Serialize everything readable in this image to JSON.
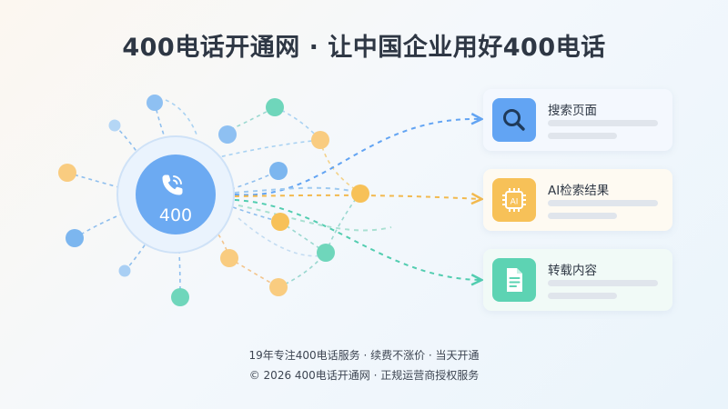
{
  "title": "400电话开通网 · 让中国企业用好400电话",
  "hub": {
    "label": "400",
    "icon": "phone-icon"
  },
  "cards": [
    {
      "label": "搜索页面",
      "icon": "search-icon",
      "color": "#62a4f3"
    },
    {
      "label": "AI检索结果",
      "icon": "ai-chip-icon",
      "color": "#f7c158"
    },
    {
      "label": "转载内容",
      "icon": "document-icon",
      "color": "#5dd3b3"
    }
  ],
  "footer": {
    "line1": "19年专注400电话服务 · 续费不涨价 · 当天开通",
    "line2": "© 2026 400电话开通网 · 正规运营商授权服务"
  },
  "colors": {
    "blue": "#62a4f3",
    "amber": "#f7c158",
    "teal": "#5dd3b3",
    "title": "#2e3744"
  }
}
